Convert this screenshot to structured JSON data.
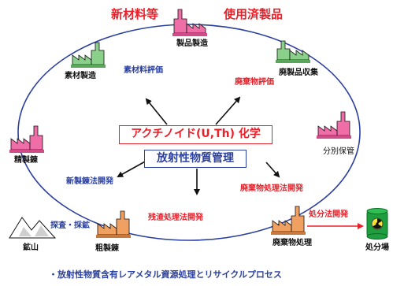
{
  "header": {
    "new_materials": "新材料等",
    "used_products": "使用済製品"
  },
  "nodes": {
    "product_manufacturing": "製品製造",
    "material_manufacturing": "素材製造",
    "used_product_collection": "廃製品収集",
    "refining": "精製錬",
    "sorting_storage": "分別保管",
    "mine": "鉱山",
    "crude_smelting": "粗製錬",
    "waste_treatment": "廃棄物処理",
    "disposal_site": "処分場"
  },
  "topics": {
    "material_evaluation": "素材料評価",
    "waste_evaluation": "廃棄物評価",
    "new_refining_method": "新製錬法開発",
    "waste_treatment_method": "廃棄物処理法開発",
    "residue_treatment_method": "残渣処理法開発",
    "disposal_method": "処分法開発",
    "exploration_mining": "探査・採鉱"
  },
  "center": {
    "actinide_chemistry": "アクチノイド(U,Th) 化学",
    "radioactive_management": "放射性物質管理"
  },
  "caption": "・放射性物質含有レアメタル資源処理とリサイクルプロセス",
  "colors": {
    "factory_pink": "#f06ea8",
    "factory_green": "#8ad08a",
    "factory_orange": "#f0a060",
    "cycle_ellipse": "#2a3f9e",
    "drum_green": "#1e9e3e",
    "accent_red": "#e8202a"
  }
}
